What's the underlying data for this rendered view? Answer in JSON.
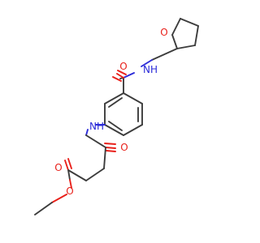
{
  "diagram": {
    "type": "chemical-structure",
    "colors": {
      "carbon_bond": "#3c3c3c",
      "oxygen": "#e8201a",
      "nitrogen": "#2b2bd8",
      "background": "#ffffff"
    },
    "atom_labels": {
      "ring_oxygen": "O",
      "amide_oxygen_top": "O",
      "amide_nh_top": "NH",
      "anilide_nh": "NH",
      "amide_oxygen_middle": "O",
      "ester_carbonyl_oxygen": "O",
      "ester_oxygen": "O"
    }
  }
}
